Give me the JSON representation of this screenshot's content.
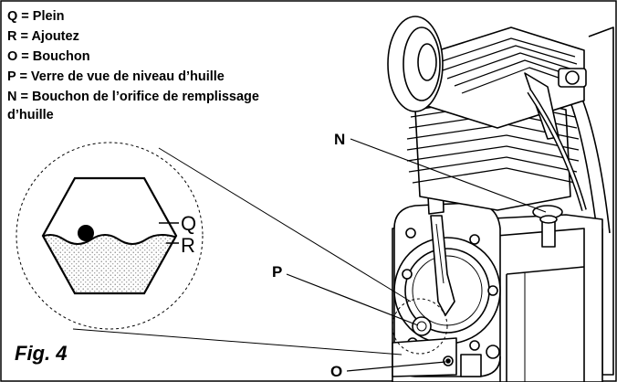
{
  "legend": [
    "Q = Plein",
    "R = Ajoutez",
    "O = Bouchon",
    "P = Verre de vue de niveau d’huille",
    "N = Bouchon de l’orifice de remplissage",
    "d’huille"
  ],
  "callouts": {
    "n": "N",
    "p": "P",
    "o": "O"
  },
  "gauge": {
    "q": "Q",
    "r": "R"
  },
  "caption": "Fig. 4"
}
